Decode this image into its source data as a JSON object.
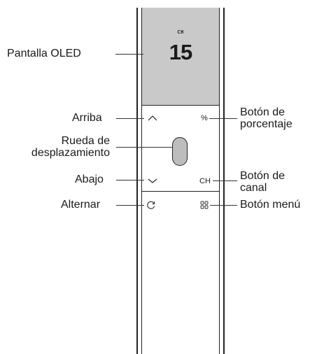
{
  "screen": {
    "caption": "CH",
    "value": "15"
  },
  "buttons": {
    "percent": "%",
    "channel": "CH"
  },
  "labels": {
    "oled": "Pantalla OLED",
    "up": "Arriba",
    "wheel_line1": "Rueda de",
    "wheel_line2": "desplazamiento",
    "down": "Abajo",
    "toggle": "Alternar",
    "percent_line1": "Botón de",
    "percent_line2": "porcentaje",
    "channel_line1": "Botón de",
    "channel_line2": "canal",
    "menu": "Botón menú"
  },
  "icons": {
    "up": "chevron-up-icon",
    "down": "chevron-down-icon",
    "toggle": "refresh-icon",
    "menu": "grid-menu-icon"
  },
  "colors": {
    "screen": "#c9c9c9",
    "wheel": "#bdbdbd",
    "line": "#222222"
  }
}
